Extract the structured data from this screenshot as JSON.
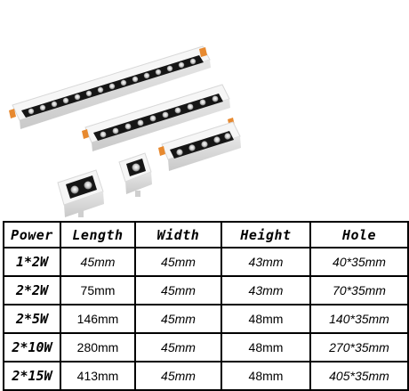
{
  "table": {
    "headers": [
      "Power",
      "Length",
      "Width",
      "Height",
      "Hole"
    ],
    "rows": [
      [
        "1*2W",
        "45mm",
        "45mm",
        "43mm",
        "40*35mm"
      ],
      [
        "2*2W",
        "75mm",
        "45mm",
        "43mm",
        "70*35mm"
      ],
      [
        "2*5W",
        "146mm",
        "45mm",
        "48mm",
        "140*35mm"
      ],
      [
        "2*10W",
        "280mm",
        "45mm",
        "48mm",
        "270*35mm"
      ],
      [
        "2*15W",
        "413mm",
        "45mm",
        "48mm",
        "405*35mm"
      ]
    ]
  },
  "colors": {
    "housing": "#f4f4f4",
    "reflector": "#161616",
    "clip": "#e7892f",
    "border": "#000000"
  }
}
